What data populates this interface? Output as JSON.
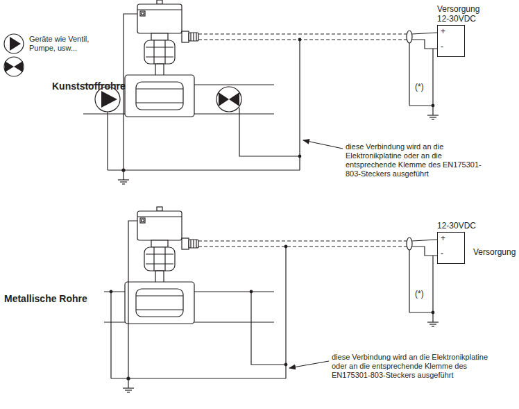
{
  "diagram": {
    "nodes": [
      {
        "text": [
          "Versorgung",
          "12-30VDC",
          "+",
          "-"
        ]
      },
      {
        "text": [
          "12-30VDC",
          "+",
          "-",
          "Versorgung"
        ]
      }
    ],
    "labels": [
      "Geräte wie Ventil, Pumpe, usw...",
      "Kunststoffrohre",
      "(*)",
      "diese Verbindung wird an die Elektronikplatine oder an die entsprechende Klemme des EN175301-803-Steckers ausgeführt",
      "Metallische Rohre",
      "(*)",
      "diese Verbindung wird an die Elektronikplatine oder an die entsprechende Klemme des EN175301-803-Steckers ausgeführt"
    ]
  }
}
